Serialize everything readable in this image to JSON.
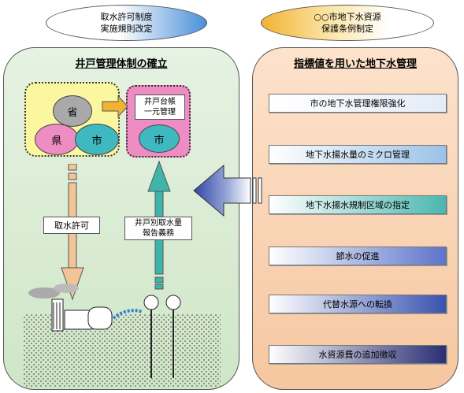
{
  "left_header": {
    "line1": "取水許可制度",
    "line2": "実施規則改定"
  },
  "right_header": {
    "line1": "○○市地下水資源",
    "line2": "保護条例制定"
  },
  "left_panel": {
    "title": "井戸管理体制の確立",
    "circles": {
      "top": "省",
      "left": "県",
      "right": "市"
    },
    "registry": {
      "line1": "井戸台帳",
      "line2": "一元管理"
    },
    "city_circle": "市",
    "down_label": "取水許可",
    "up_label": {
      "line1": "井戸別取水量",
      "line2": "報告義務"
    }
  },
  "right_panel": {
    "title": "指標値を用いた地下水管理",
    "measures": [
      "市の地下水管理権限強化",
      "地下水揚水量のミクロ管理",
      "地下水揚水規制区域の指定",
      "節水の促進",
      "代替水源への転換",
      "水資源費の追加徴収"
    ]
  },
  "colors": {
    "left_panel_gradient": [
      "#ffffff",
      "#cfe6c7"
    ],
    "right_panel_gradient": [
      "#ffffff",
      "#f6c7a0"
    ],
    "left_header_fill": "#4a90d9",
    "right_header_fill": "#f2b233",
    "yellow_box": "#fbf6a0",
    "pink_box": "#ee8cc4",
    "arrow_down": "#f2c498",
    "arrow_up": "#3fb4aa",
    "big_arrow": "#2f47a6"
  }
}
